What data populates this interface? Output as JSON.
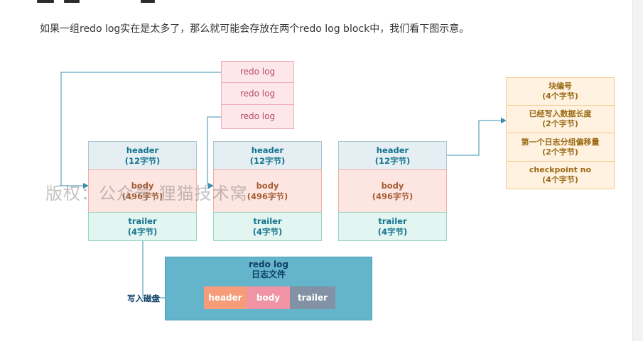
{
  "intro_text": "如果一组redo log实在是太多了，那么就可能会存放在两个redo log block中，我们看下图示意。",
  "redo_logs": [
    "redo log",
    "redo log",
    "redo log"
  ],
  "blocks": [
    {
      "header": [
        "header",
        "(12字节)"
      ],
      "body": [
        "body",
        "(496字节)"
      ],
      "trailer": [
        "trailer",
        "(4字节)"
      ]
    },
    {
      "header": [
        "header",
        "(12字节)"
      ],
      "body": [
        "body",
        "(496字节)"
      ],
      "trailer": [
        "trailer",
        "(4字节)"
      ]
    },
    {
      "header": [
        "header",
        "(12字节)"
      ],
      "body": [
        "body",
        "(496字节)"
      ],
      "trailer": [
        "trailer",
        "(4字节)"
      ]
    }
  ],
  "header_fields": [
    [
      "块编号",
      "(4个字节)"
    ],
    [
      "已经写入数据长度",
      "(2个字节)"
    ],
    [
      "第一个日志分组偏移量",
      "(2个字节)"
    ],
    [
      "checkpoint no",
      "(4个字节)"
    ]
  ],
  "file": {
    "title_line1": "redo log",
    "title_line2": "日志文件",
    "segments": [
      "header",
      "body",
      "trailer"
    ]
  },
  "write_label": "写入磁盘",
  "watermark": "版权：公众号-狸猫技术窝",
  "colors": {
    "line": "#3a8fb0",
    "file_bg": "#64b5cc",
    "seg_header": "#f79c78",
    "seg_body": "#f093a5",
    "seg_trailer": "#8391a5"
  }
}
